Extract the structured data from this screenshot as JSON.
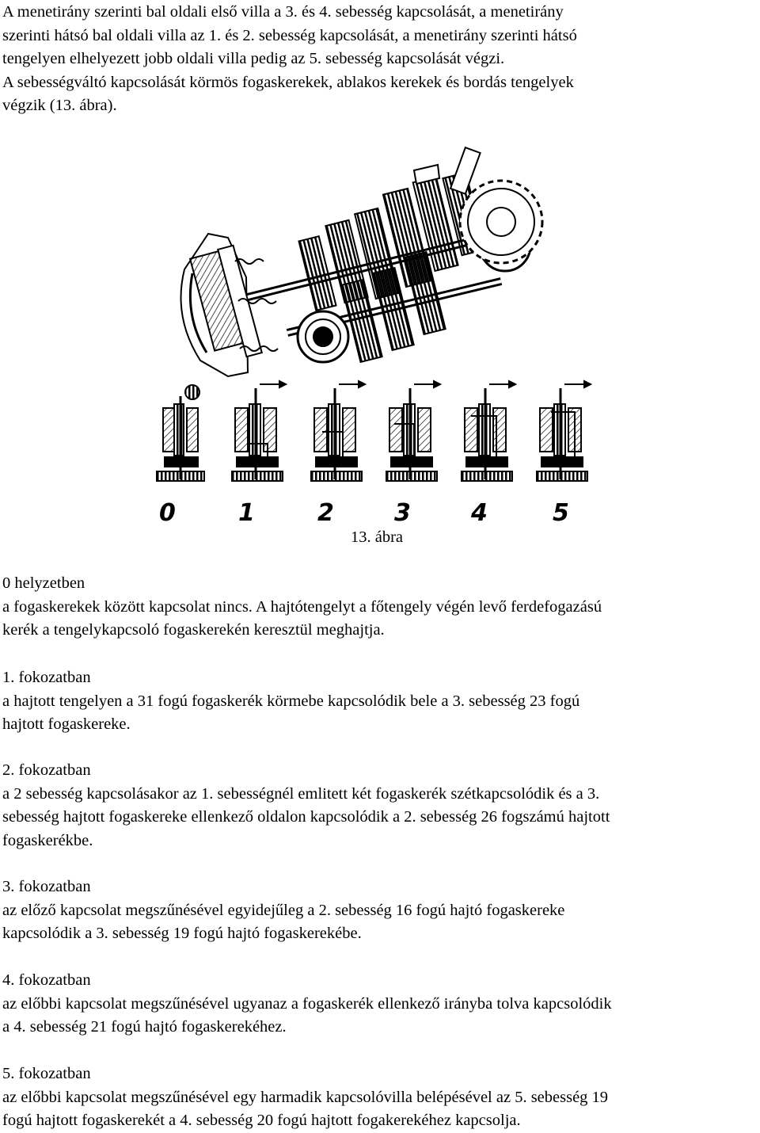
{
  "intro": [
    "A menetirány szerinti bal oldali első villa a 3. és 4. sebesség kapcsolását, a menetirány",
    "szerinti hátsó bal oldali villa az 1. és 2. sebesség kapcsolását, a menetirány szerinti hátsó",
    "tengelyen elhelyezett jobb oldali villa pedig az 5. sebesség kapcsolását végzi.",
    "A sebességváltó kapcsolását körmös fogaskerekek, ablakos kerekek és bordás tengelyek",
    "végzik (13. ábra)."
  ],
  "figure": {
    "position_labels": [
      "0",
      "1",
      "2",
      "3",
      "4",
      "5"
    ],
    "caption": "13. ábra"
  },
  "sections": [
    {
      "heading": "0 helyzetben",
      "lines": [
        "a fogaskerekek között kapcsolat nincs. A hajtótengelyt a főtengely végén levő ferdefogazású",
        "kerék a tengelykapcsoló fogaskerekén keresztül meghajtja."
      ]
    },
    {
      "heading": "1. fokozatban",
      "lines": [
        "a hajtott tengelyen a 31 fogú fogaskerék körmebe kapcsolódik bele a 3. sebesség 23 fogú",
        "hajtott fogaskereke."
      ]
    },
    {
      "heading": "2. fokozatban",
      "lines": [
        "a 2 sebesség kapcsolásakor az 1. sebességnél emlitett két fogaskerék szétkapcsolódik és a 3.",
        "sebesség hajtott fogaskereke ellenkező oldalon kapcsolódik a 2. sebesség 26 fogszámú hajtott",
        "fogaskerékbe."
      ]
    },
    {
      "heading": "3. fokozatban",
      "lines": [
        "az előző kapcsolat megszűnésével egyidejűleg a 2. sebesség 16 fogú hajtó fogaskereke",
        "kapcsolódik a 3. sebesség 19 fogú hajtó fogaskerekébe."
      ]
    },
    {
      "heading": "4. fokozatban",
      "lines": [
        "az előbbi kapcsolat megszűnésével ugyanaz a fogaskerék ellenkező irányba tolva kapcsolódik",
        "a 4. sebesség 21 fogú hajtó fogaskerekéhez."
      ]
    },
    {
      "heading": "5. fokozatban",
      "lines": [
        "az előbbi kapcsolat megszűnésével egy harmadik kapcsolóvilla belépésével az 5. sebesség 19",
        "fogú hajtott fogaskerekét a 4. sebesség 20 fogú hajtott fogakerekéhez kapcsolja."
      ]
    }
  ]
}
